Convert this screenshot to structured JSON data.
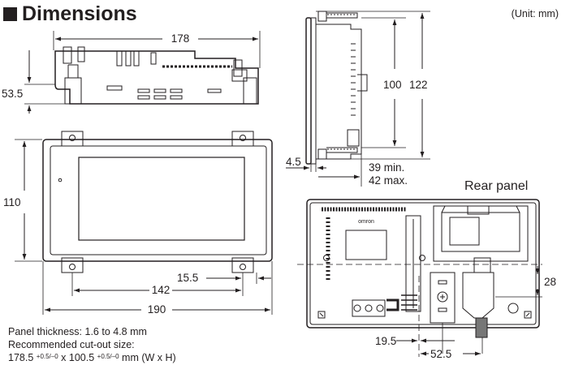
{
  "header": {
    "title": "Dimensions",
    "unit_note": "(Unit: mm)"
  },
  "labels": {
    "width_178": "178",
    "height_53_5": "53.5",
    "height_110": "110",
    "dim_142": "142",
    "dim_15_5": "15.5",
    "width_190": "190",
    "dim_100": "100",
    "dim_122": "122",
    "dim_4_5": "4.5",
    "depth_min": "39 min.",
    "depth_max": "42 max.",
    "rear_panel": "Rear panel",
    "dim_28": "28",
    "dim_19_5": "19.5",
    "dim_52_5": "52.5",
    "brand": "omron"
  },
  "notes": {
    "line1": "Panel thickness: 1.6 to 4.8 mm",
    "line2": "Recommended cut-out size:",
    "line3_prefix": "178.5 ",
    "line3_tol1": "+0.5/–0",
    "line3_mid": " x 100.5 ",
    "line3_tol2": "+0.5/–0",
    "line3_suffix": " mm (W x H)"
  }
}
